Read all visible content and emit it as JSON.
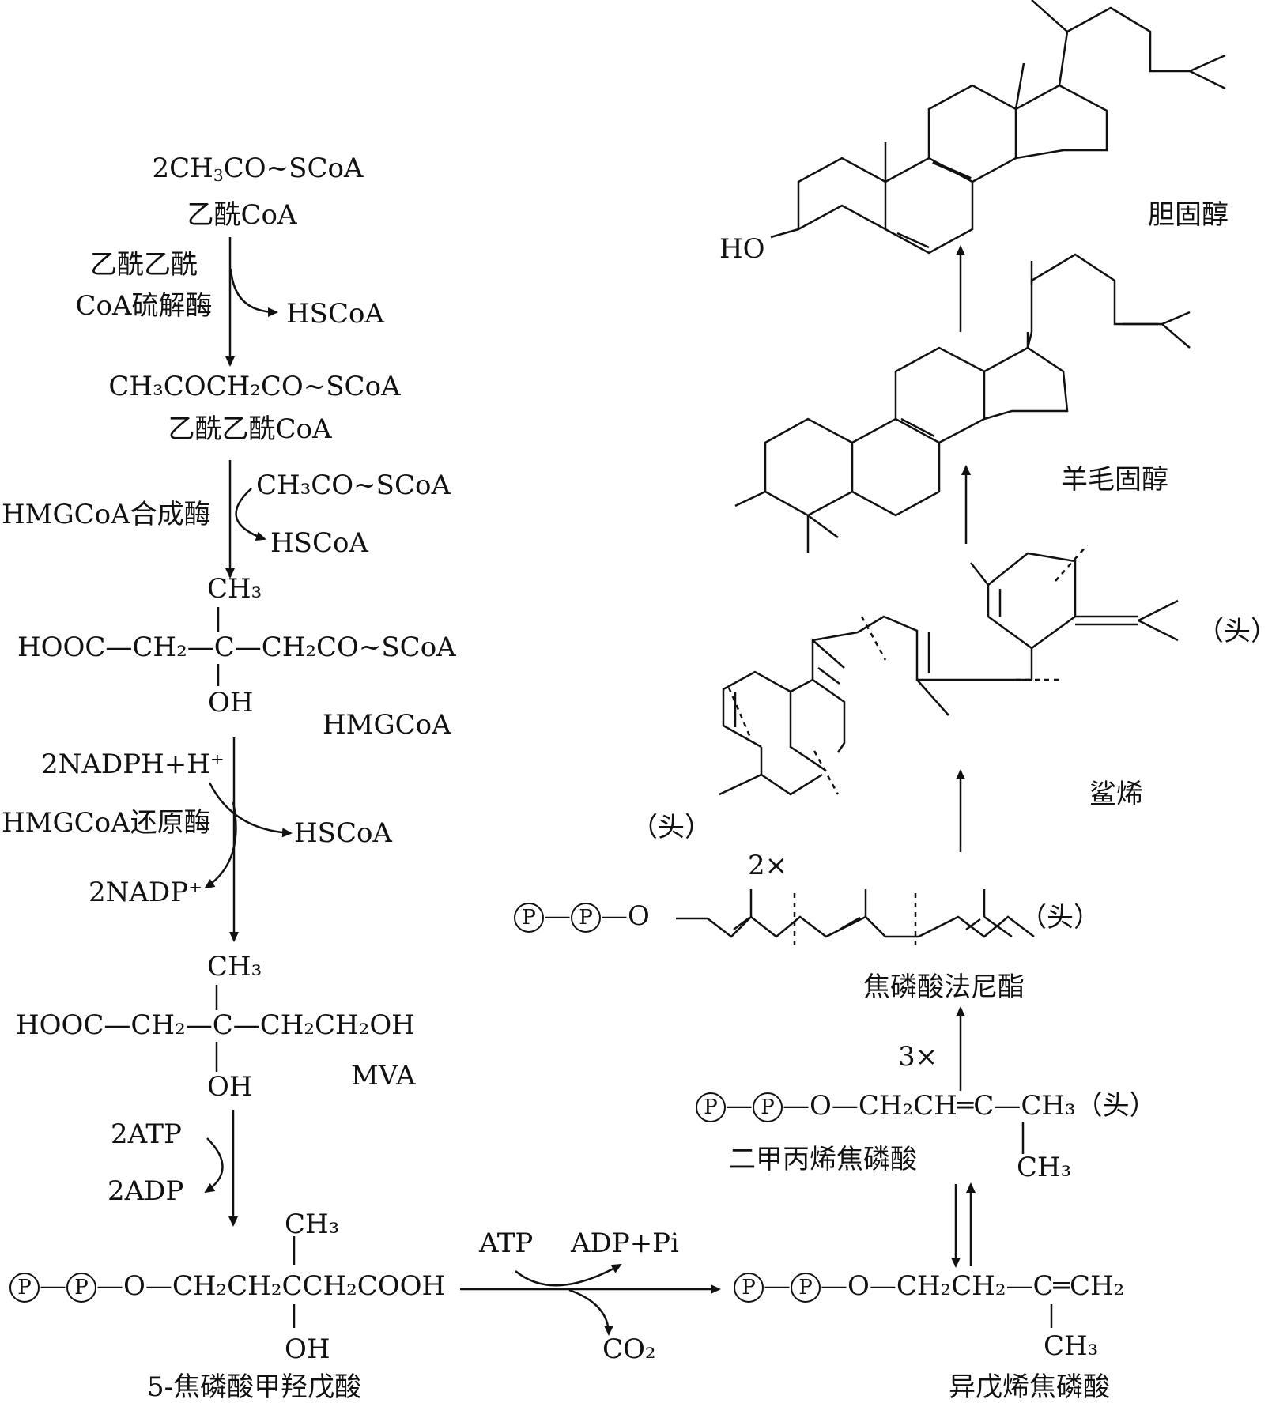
{
  "acetyl_coa": {
    "formula_pre": "2CH",
    "formula_sub": "3",
    "formula_post": "CO~SCoA",
    "name": "乙酰CoA"
  },
  "enzyme_thiolase": {
    "line1": "乙酰乙酰",
    "line2": "CoA硫解酶"
  },
  "hscoa": "HSCoA",
  "acetoacetyl_coa": {
    "formula": "CH₃COCH₂CO~SCoA",
    "name": "乙酰乙酰CoA"
  },
  "enzyme_synthase": "HMGCoA合成酶",
  "acetyl_coa_input": "CH₃CO~SCoA",
  "hmgcoa": {
    "top": "CH₃",
    "main": "HOOC—CH₂—C—CH₂CO~SCoA",
    "bottom": "OH",
    "name": "HMGCoA"
  },
  "reductase": {
    "nadph": "2NADPH+H⁺",
    "enzyme": "HMGCoA还原酶",
    "nadp": "2NADP⁺"
  },
  "mva": {
    "top": "CH₃",
    "main": "HOOC—CH₂—C—CH₂CH₂OH",
    "bottom": "OH",
    "name": "MVA"
  },
  "atp_step": {
    "atp": "2ATP",
    "adp": "2ADP"
  },
  "pp_mva": {
    "top": "CH₃",
    "p1": "P",
    "p2": "P",
    "main": "—O—CH₂CH₂CCH₂COOH",
    "bottom": "OH",
    "name": "5-焦磷酸甲羟戊酸"
  },
  "decarbox": {
    "atp": "ATP",
    "adp": "ADP+Pi",
    "co2": "CO₂"
  },
  "ipp": {
    "p1": "P",
    "p2": "P",
    "main": "—O—CH₂CH₂—C═CH₂",
    "bottom": "CH₃",
    "name": "异戊烯焦磷酸"
  },
  "dmapp": {
    "p1": "P",
    "p2": "P",
    "main": "—O—CH₂CH═C—CH₃",
    "head": "（头）",
    "bottom": "CH₃",
    "name": "二甲丙烯焦磷酸"
  },
  "fpp": {
    "multiplier": "3×",
    "p1": "P",
    "p2": "P",
    "o": "O",
    "head": "（头）",
    "name": "焦磷酸法尼酯"
  },
  "squalene": {
    "multiplier": "2×",
    "head_left": "（头）",
    "head_right": "（头）",
    "name": "鲨烯"
  },
  "lanosterol": {
    "name": "羊毛固醇"
  },
  "cholesterol": {
    "ho": "HO",
    "name": "胆固醇"
  }
}
